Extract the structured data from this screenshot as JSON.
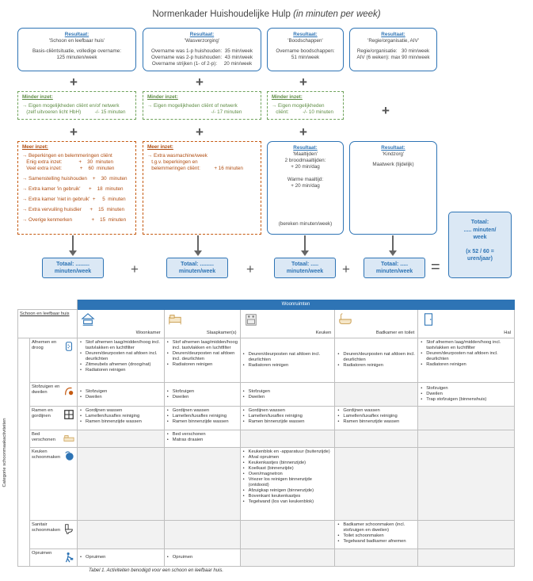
{
  "title_main": "Normenkader Huishoudelijke Hulp",
  "title_paren": "(in minuten per week)",
  "results": [
    {
      "title": "Resultaat:",
      "sub": "'Schoon en leefbaar huis'",
      "lines": [
        "Basis-cliëntsituatie, volledige overname:",
        "125 minuten/week"
      ]
    },
    {
      "title": "Resultaat:",
      "sub": "'Wasverzorging'",
      "lines": [
        "Overname was 1-p huishouden:  35 min/week",
        "Overname was 2-p huishouden:  43 min/week",
        "Overname strijken (1- of 2-p):     20 min/week"
      ]
    },
    {
      "title": "Resultaat:",
      "sub": "'Boodschappen'",
      "lines": [
        "Overname boodschappen:",
        "51 min/week"
      ]
    },
    {
      "title": "Resultaat:",
      "sub": "'Regie/organisatie, AIV'",
      "lines": [
        "Regie/organisatie:   30 min/week",
        "AIV (6 weken): max 90 min/week"
      ]
    }
  ],
  "minder": [
    {
      "hd": "Minder inzet:",
      "lines": [
        "→ Eigen mogelijkheden cliënt en/of netwerk",
        "   (zelf uitvoeren licht HbH)          -/- 15 minuten"
      ]
    },
    {
      "hd": "Minder inzet:",
      "lines": [
        "→ Eigen mogelijkheden cliënt of netwerk",
        "                                              -/- 17 minuten"
      ]
    },
    {
      "hd": "Minder inzet:",
      "lines": [
        "→ Eigen mogelijkheden",
        "   cliënt:          -/- 10 minuten"
      ]
    }
  ],
  "meer1": {
    "hd": "Meer inzet:",
    "lines": [
      "→ Beperkingen en belemmeringen cliënt",
      "   Enig extra inzet:            +    30  minuten",
      "   Veel extra inzet:             +    60  minuten",
      "→ Samenstelling huishouden    +    30  minuten",
      "→ Extra kamer 'in gebruik'      +    18  minuten",
      "→ Extra kamer 'niet in gebruik'  +     5  minuten",
      "→ Extra vervuiling huisdier      +    15  minuten",
      "→ Overige kenmerken              +    15  minuten"
    ]
  },
  "meer2": {
    "hd": "Meer inzet:",
    "lines": [
      "→ Extra wasmachine/week",
      "   t.g.v. beperkingen en",
      "   belemmeringen cliënt:          + 16 minuten"
    ]
  },
  "maaltijden": {
    "title": "Resultaat:",
    "sub": "'Maaltijden'",
    "lines": [
      "2 broodmaaltijden:",
      "+ 20 min/dag",
      "",
      "Warme maaltijd:",
      "+ 20 min/dag"
    ],
    "foot": "(bereken minuten/week)"
  },
  "kindzorg": {
    "title": "Resultaat:",
    "sub": "'Kindzorg'",
    "lines": [
      "Maatwerk (tijdelijk)"
    ]
  },
  "totaal": [
    "Totaal: .........",
    "minuten/week",
    "Totaal: .........",
    "minuten/week",
    "Totaal: .....",
    "minuten/week",
    "Totaal: .....",
    "minuten/week"
  ],
  "totaal_big": [
    "Totaal:",
    "..... minuten/",
    "week",
    "",
    "(x 52 / 60 =",
    "uren/jaar)"
  ],
  "ops": [
    "+",
    "+",
    "+",
    "="
  ],
  "plus": "+",
  "table": {
    "header": "Woonruimten",
    "corner": "Schoon en leefbaar huis",
    "cols": [
      "Woonkamer",
      "Slaapkamer(s)",
      "Keuken",
      "Badkamer en toilet",
      "Hal"
    ],
    "category": "Categorie schoonmaakactiviteiten",
    "rows": [
      {
        "name": "Afnemen en droog",
        "icon": "spray-icon",
        "cells": [
          [
            "Stof afnemen laag/midden/hoog incl. tastvlakken en luchtfilter",
            "Deuren/deurposten nat afdoen incl. deurlichten",
            "Zitmeubels afnemen (droog/nat)",
            "Radiatoren reinigen"
          ],
          [
            "Stof afnemen laag/midden/hoog incl. tastvlakken en luchtfilter",
            "Deuren/deurposten nat afdoen incl. deurlichten",
            "Radiatoren reinigen"
          ],
          [
            "Deuren/deurposten nat afdoen incl. deurlichten",
            "Radiatoren reinigen"
          ],
          [
            "Deuren/deurposten nat afdoen incl. deurlichten",
            "Radiatoren reinigen"
          ],
          [
            "Stof afnemen laag/midden/hoog incl. tastvlakken en luchtfilter",
            "Deuren/deurposten nat afdoen incl. deurlichten",
            "Radiatoren reinigen"
          ]
        ]
      },
      {
        "name": "Stofzuigen en dweilen",
        "icon": "vacuum-icon",
        "cells": [
          [
            "Stofzuigen",
            "Dweilen"
          ],
          [
            "Stofzuigen",
            "Dweilen"
          ],
          [
            "Stofzuigen",
            "Dweilen"
          ],
          [],
          [
            "Stofzuigen",
            "Dweilen",
            "Trap stofzuigen (binnenshuis)"
          ]
        ]
      },
      {
        "name": "Ramen en gordijnen",
        "icon": "window-icon",
        "cells": [
          [
            "Gordijnen wassen",
            "Lamellen/luxaflex reiniging",
            "Ramen binnenzijde wassen"
          ],
          [
            "Gordijnen wassen",
            "Lamellen/luxaflex reiniging",
            "Ramen binnenzijde wassen"
          ],
          [
            "Gordijnen wassen",
            "Lamellen/luxaflex reiniging",
            "Ramen binnenzijde wassen"
          ],
          [
            "Gordijnen wassen",
            "Lamellen/luxaflex reiniging",
            "Ramen binnenzijde wassen"
          ],
          []
        ]
      },
      {
        "name": "Bed verschonen",
        "icon": "bed-icon",
        "cells": [
          [],
          [
            "Bed verschonen",
            "Matras draaien"
          ],
          [],
          [],
          []
        ]
      },
      {
        "name": "Keuken schoonmaken",
        "icon": "kitchen-spray-icon",
        "cells": [
          [],
          [],
          [
            "Keukenblok en -apparatuur (buitenzijde)",
            "Afval opruimen",
            "Keukenkastjes (binnenzijde)",
            "Koelkast (binnenzijde)",
            "Oven/magnetron",
            "Vriezer los reinigen binnenzijde (ontdooid)",
            "Afzuigkap reinigen (binnenzijde)",
            "Bovenkant keukenkastjes",
            "Tegelwand (los van keukenblok)"
          ],
          [],
          []
        ]
      },
      {
        "name": "Sanitair schoonmaken",
        "icon": "toilet-icon",
        "cells": [
          [],
          [],
          [],
          [
            "Badkamer schoonmaken (incl. stofzuigen en dweilen)",
            "Toilet schoonmaken",
            "Tegelwand badkamer afnemen"
          ],
          []
        ]
      },
      {
        "name": "Opruimen",
        "icon": "tidy-icon",
        "cells": [
          [
            "Opruimen"
          ],
          [
            "Opruimen"
          ],
          [],
          [],
          []
        ]
      }
    ],
    "caption": "Tabel 1. Activiteiten benodigd voor een schoon en leefbaar huis."
  }
}
